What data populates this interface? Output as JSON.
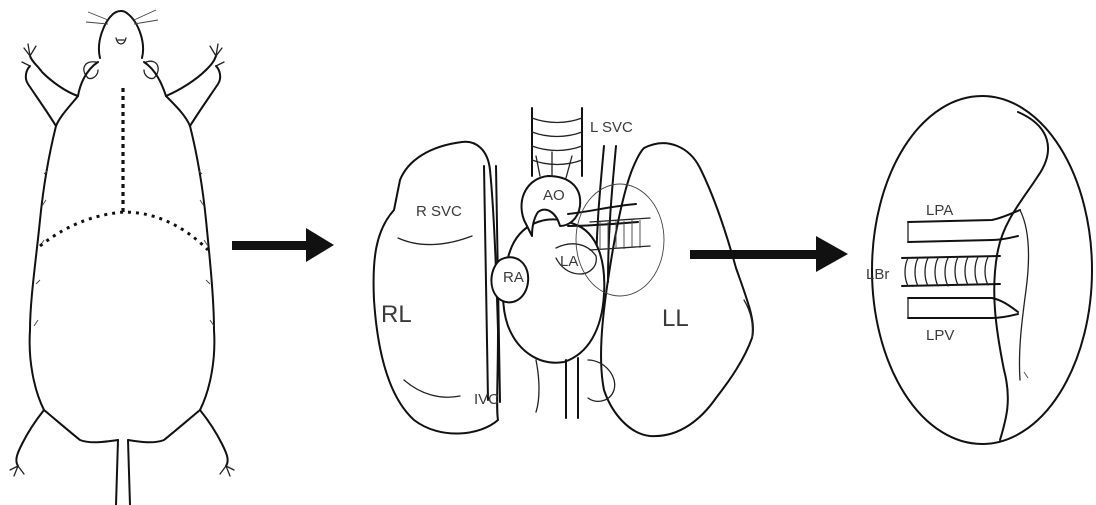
{
  "labels": {
    "r_svc": "R SVC",
    "l_svc": "L SVC",
    "ao": "AO",
    "ra": "RA",
    "la": "LA",
    "rl": "RL",
    "ll": "LL",
    "ivc": "IVC",
    "lpa": "LPA",
    "lbr": "LBr",
    "lpv": "LPV"
  },
  "colors": {
    "ink": "#111111",
    "label": "#3a3a3a",
    "background": "#ffffff"
  }
}
